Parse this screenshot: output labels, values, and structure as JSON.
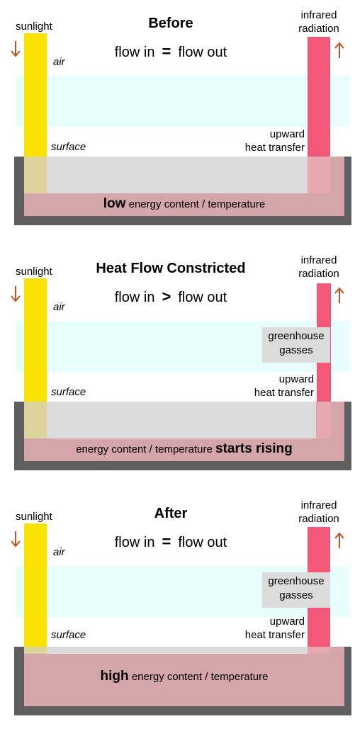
{
  "labels": {
    "sunlight": "sunlight",
    "infrared": [
      "infrared",
      "radiation"
    ],
    "air": "air",
    "surface": "surface",
    "upward": [
      "upward",
      "heat transfer"
    ],
    "greenhouse": [
      "greenhouse",
      "gasses"
    ],
    "flow_in": "flow in",
    "flow_out": "flow out"
  },
  "colors": {
    "sunlight": "#fae100",
    "infrared": "#f1587a",
    "arrow": "#c0501f",
    "air": "#e8fdfd",
    "energy": "#d4a5a9",
    "frame": "#5f5f5f"
  },
  "panels": [
    {
      "title": "Before",
      "operator": "=",
      "energy_emphasis": "low",
      "energy_text": "energy content / temperature",
      "energy_emphasis_position": "before",
      "has_greenhouse": false
    },
    {
      "title": "Heat Flow Constricted",
      "operator": ">",
      "energy_emphasis": "starts rising",
      "energy_text": "energy content / temperature",
      "energy_emphasis_position": "after",
      "has_greenhouse": true
    },
    {
      "title": "After",
      "operator": "=",
      "energy_emphasis": "high",
      "energy_text": "energy content / temperature",
      "energy_emphasis_position": "before",
      "has_greenhouse": true
    }
  ]
}
